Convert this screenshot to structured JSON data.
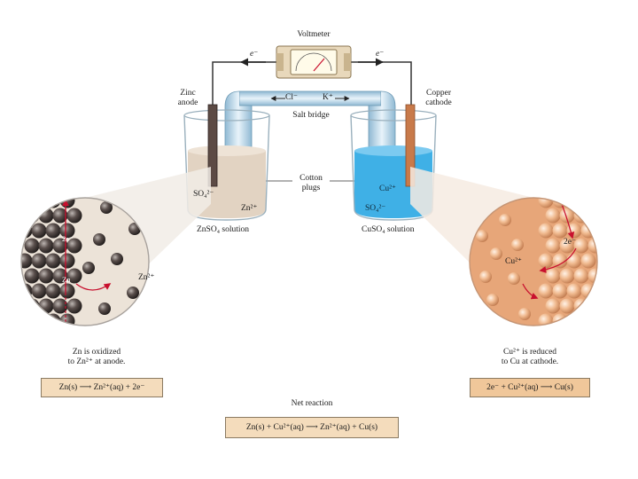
{
  "voltmeter": "Voltmeter",
  "electron_left": "e⁻",
  "electron_right": "e⁻",
  "zinc_anode": [
    "Zinc",
    "anode"
  ],
  "copper_cathode": [
    "Copper",
    "cathode"
  ],
  "salt_bridge": "Salt bridge",
  "bridge_ion_left": "Cl⁻",
  "bridge_ion_right": "K⁺",
  "cotton_plugs": [
    "Cotton",
    "plugs"
  ],
  "left_ion_so4": "SO₄²⁻",
  "left_ion_zn": "Zn²⁺",
  "right_ion_cu": "Cu²⁺",
  "right_ion_so4": "SO₄²⁻",
  "znso4_solution": "ZnSO₄ solution",
  "cuso4_solution": "CuSO₄ solution",
  "left_zoom": {
    "e_label": "2e⁻",
    "zn_label": "Zn",
    "zn2_label": "Zn²⁺"
  },
  "right_zoom": {
    "e_label": "2e⁻",
    "cu2_label": "Cu²⁺"
  },
  "anode_caption": [
    "Zn is oxidized",
    "to Zn²⁺ at anode."
  ],
  "cathode_caption": [
    "Cu²⁺ is reduced",
    "to Cu at cathode."
  ],
  "anode_equation": "Zn(s) ⟶ Zn²⁺(aq) + 2e⁻",
  "cathode_equation": "2e⁻ + Cu²⁺(aq) ⟶ Cu(s)",
  "net_reaction_title": "Net reaction",
  "net_equation": "Zn(s) + Cu²⁺(aq) ⟶ Zn²⁺(aq) + Cu(s)",
  "colors": {
    "zn_solution": "#e2d3c2",
    "cu_solution": "#3fb0e6",
    "zinc_metal": "#5c4a44",
    "copper_metal": "#c87a4a",
    "eq_box_fill": "#f4dcbc",
    "arrow_red": "#c8102e"
  }
}
